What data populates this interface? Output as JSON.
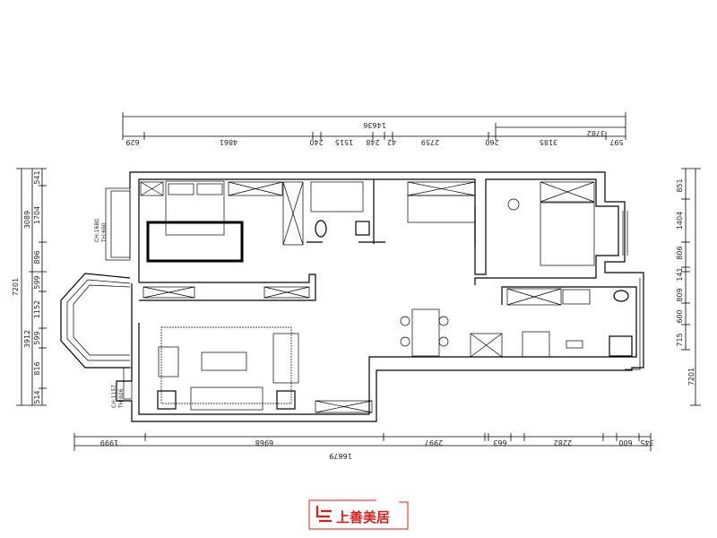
{
  "dimensions": {
    "top": {
      "total": "14636",
      "sub_total": "3782",
      "segments": [
        "629",
        "4861",
        "240",
        "1515",
        "248",
        "42",
        "2759",
        "260",
        "3185",
        "597"
      ]
    },
    "bottom": {
      "total": "16679",
      "segments": [
        "1999",
        "6968",
        "2997",
        "663",
        "2282",
        "600",
        "345"
      ]
    },
    "left": {
      "total": "7201",
      "groups": [
        "3089",
        "3912"
      ],
      "segments": [
        "541",
        "1704",
        "896",
        "599",
        "1152",
        "599",
        "816",
        "514"
      ]
    },
    "right": {
      "total": "7201",
      "segments": [
        "851",
        "1404",
        "806",
        "141",
        "809",
        "600",
        "715"
      ]
    }
  },
  "window_notes": {
    "bedroom": {
      "ch": "CH:1680",
      "th": "TH:690"
    },
    "living": {
      "ch": "CH:1157",
      "th": "TH:926"
    }
  },
  "logo": {
    "text": "上善美居",
    "color": "#d71d1d"
  }
}
